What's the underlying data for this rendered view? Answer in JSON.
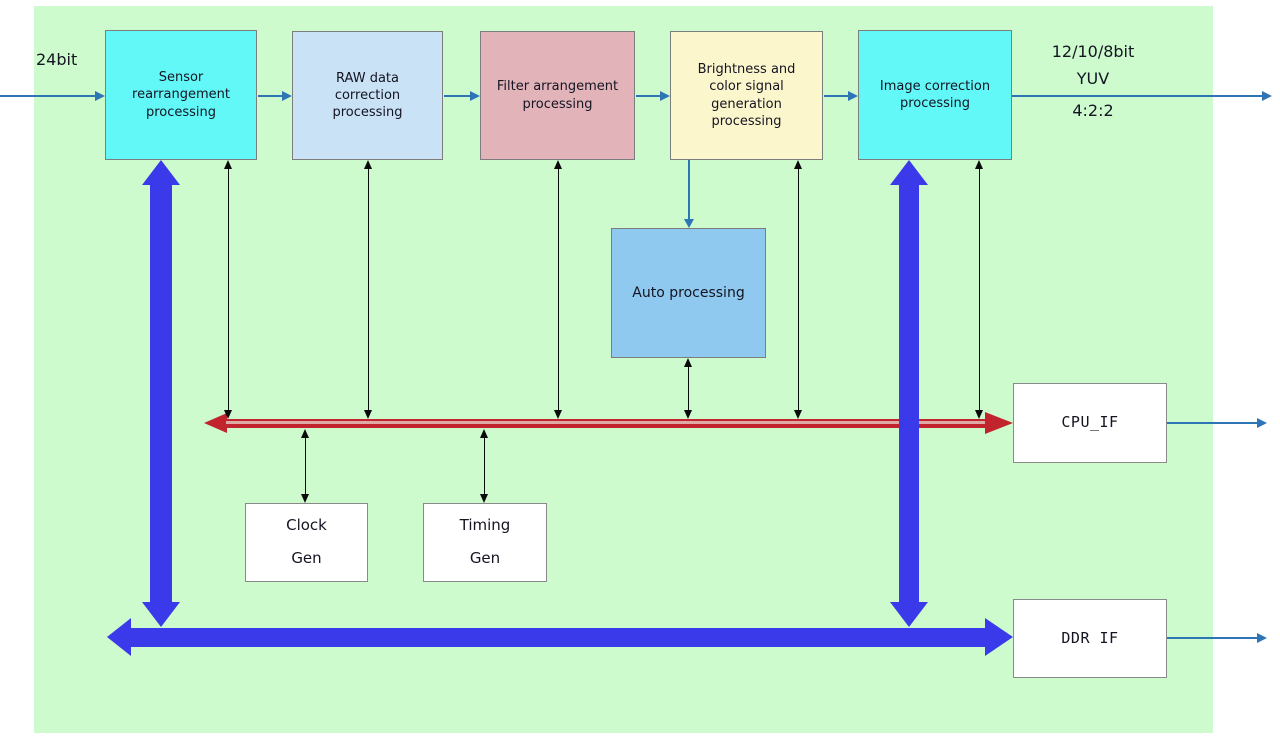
{
  "diagram": {
    "input_label": "24bit",
    "output_label": {
      "line1": "12/10/8bit",
      "line2": "YUV",
      "line3": "4:2:2"
    },
    "blocks": {
      "sensor": {
        "label": "Sensor rearrangement processing",
        "color": "#62f8f8"
      },
      "raw": {
        "label": "RAW data correction processing",
        "color": "#c9e2f5"
      },
      "filter": {
        "label": "Filter arrangement processing",
        "color": "#e2b4ba"
      },
      "brightness": {
        "label": "Brightness and color signal generation processing",
        "color": "#fbf6cb"
      },
      "image_correction": {
        "label": "Image correction processing",
        "color": "#62f8f8"
      },
      "auto": {
        "label": "Auto processing",
        "color": "#90c9ef"
      },
      "clock_gen": {
        "line1": "Clock",
        "line2": "Gen",
        "color": "#ffffff"
      },
      "timing_gen": {
        "line1": "Timing",
        "line2": "Gen",
        "color": "#ffffff"
      },
      "cpu_if": {
        "label": "CPU_IF",
        "color": "#ffffff"
      },
      "ddr_if": {
        "label": "DDR IF",
        "color": "#ffffff"
      }
    },
    "buses": {
      "cpu_bus_color": "#c2242e",
      "ddr_bus_color": "#3a3aea",
      "signal_arrow_color": "#2e75b6",
      "register_connector_color": "#0a0a0a",
      "background_color": "#cdfbcd"
    }
  }
}
